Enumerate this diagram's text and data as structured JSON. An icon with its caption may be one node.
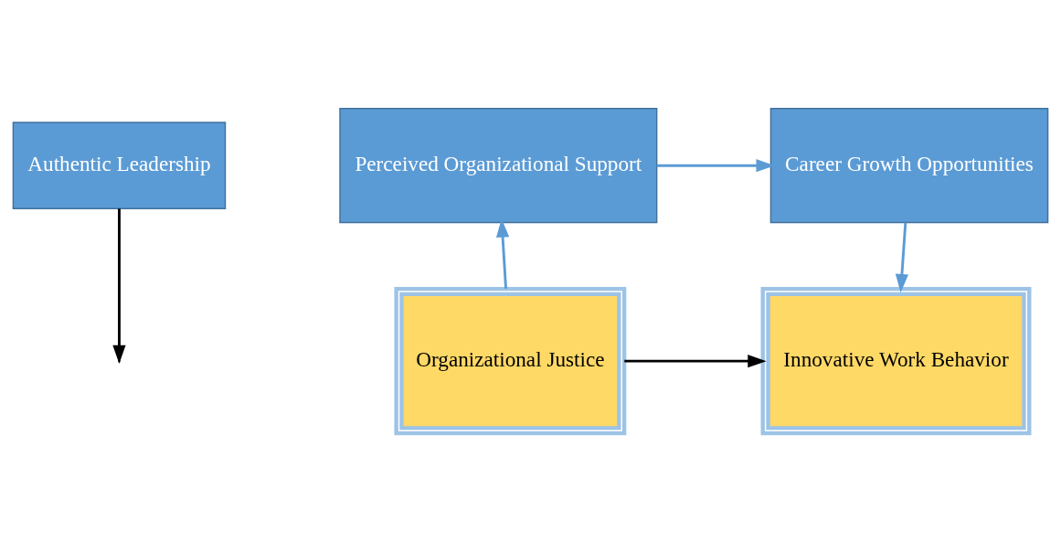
{
  "diagram": {
    "nodes": [
      {
        "text": [
          "Authentic Leadership"
        ]
      },
      {
        "text": [
          "Perceived Organizational Support"
        ]
      },
      {
        "text": [
          "Career Growth Opportunities"
        ]
      },
      {
        "text": [
          "Organizational Justice"
        ]
      },
      {
        "text": [
          "Innovative Work Behavior"
        ]
      }
    ],
    "edges": [
      {
        "from": 0,
        "to": null,
        "arrow": "to",
        "color": "#000000"
      },
      {
        "from": 3,
        "to": 1,
        "arrow": "to"
      },
      {
        "from": 1,
        "to": 2,
        "arrow": "to"
      },
      {
        "from": 2,
        "to": 4,
        "arrow": "to"
      },
      {
        "from": 3,
        "to": 4,
        "arrow": "to",
        "color": "#000000"
      }
    ]
  }
}
